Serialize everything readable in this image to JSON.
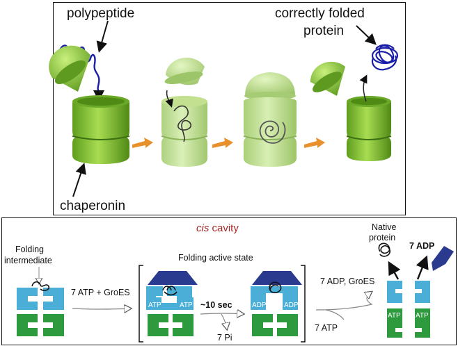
{
  "top": {
    "polypeptide_label": "polypeptide",
    "folded_label_line1": "correctly folded",
    "folded_label_line2": "protein",
    "chaperonin_label": "chaperonin"
  },
  "bottom": {
    "cis_prefix": "cis",
    "cis_suffix": " cavity",
    "folding_intermediate_line1": "Folding",
    "folding_intermediate_line2": "intermediate",
    "step1_label": "7 ATP + GroES",
    "folding_active_state": "Folding active state",
    "atp_label": "ATP",
    "adp_label": "ADP",
    "timer_label": "~10 sec",
    "pi_label": "7 Pi",
    "step3_top_label": "7 ADP, GroES",
    "step3_bottom_label": "7 ATP",
    "native_line1": "Native",
    "native_line2": "protein",
    "adp_out_label": "7 ADP"
  },
  "colors": {
    "chaperonin_green": "#8dc63f",
    "dark_green": "#4f8a1e",
    "arrow_orange": "#e8902a",
    "ring_blue": "#4aaed6",
    "groes_navy": "#2a3b8f",
    "ring_green": "#2e9a3e",
    "cis_red": "#a02828",
    "polypeptide_blue": "#1a1fa8"
  },
  "icons": [
    "polypeptide-coil-icon",
    "folded-protein-icon",
    "process-arrow-icon"
  ]
}
